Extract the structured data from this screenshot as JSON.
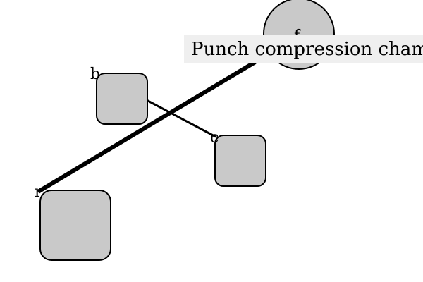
{
  "diagram": {
    "nodes": [
      {
        "id": "b",
        "label": "b",
        "shape": "rounded-square"
      },
      {
        "id": "c",
        "label": "c",
        "shape": "rounded-square"
      },
      {
        "id": "r",
        "label": "r",
        "shape": "rounded-square"
      },
      {
        "id": "f",
        "label": "f",
        "shape": "circle"
      }
    ],
    "edges": [
      {
        "from": "b",
        "to": "c",
        "weight": "thin"
      },
      {
        "from": "r",
        "to": "f",
        "weight": "thick"
      }
    ],
    "tooltip_text": "Punch compression cham",
    "colors": {
      "node_fill": "#c9c9c9",
      "stroke": "#000000",
      "tooltip_bg": "#efefef"
    }
  }
}
